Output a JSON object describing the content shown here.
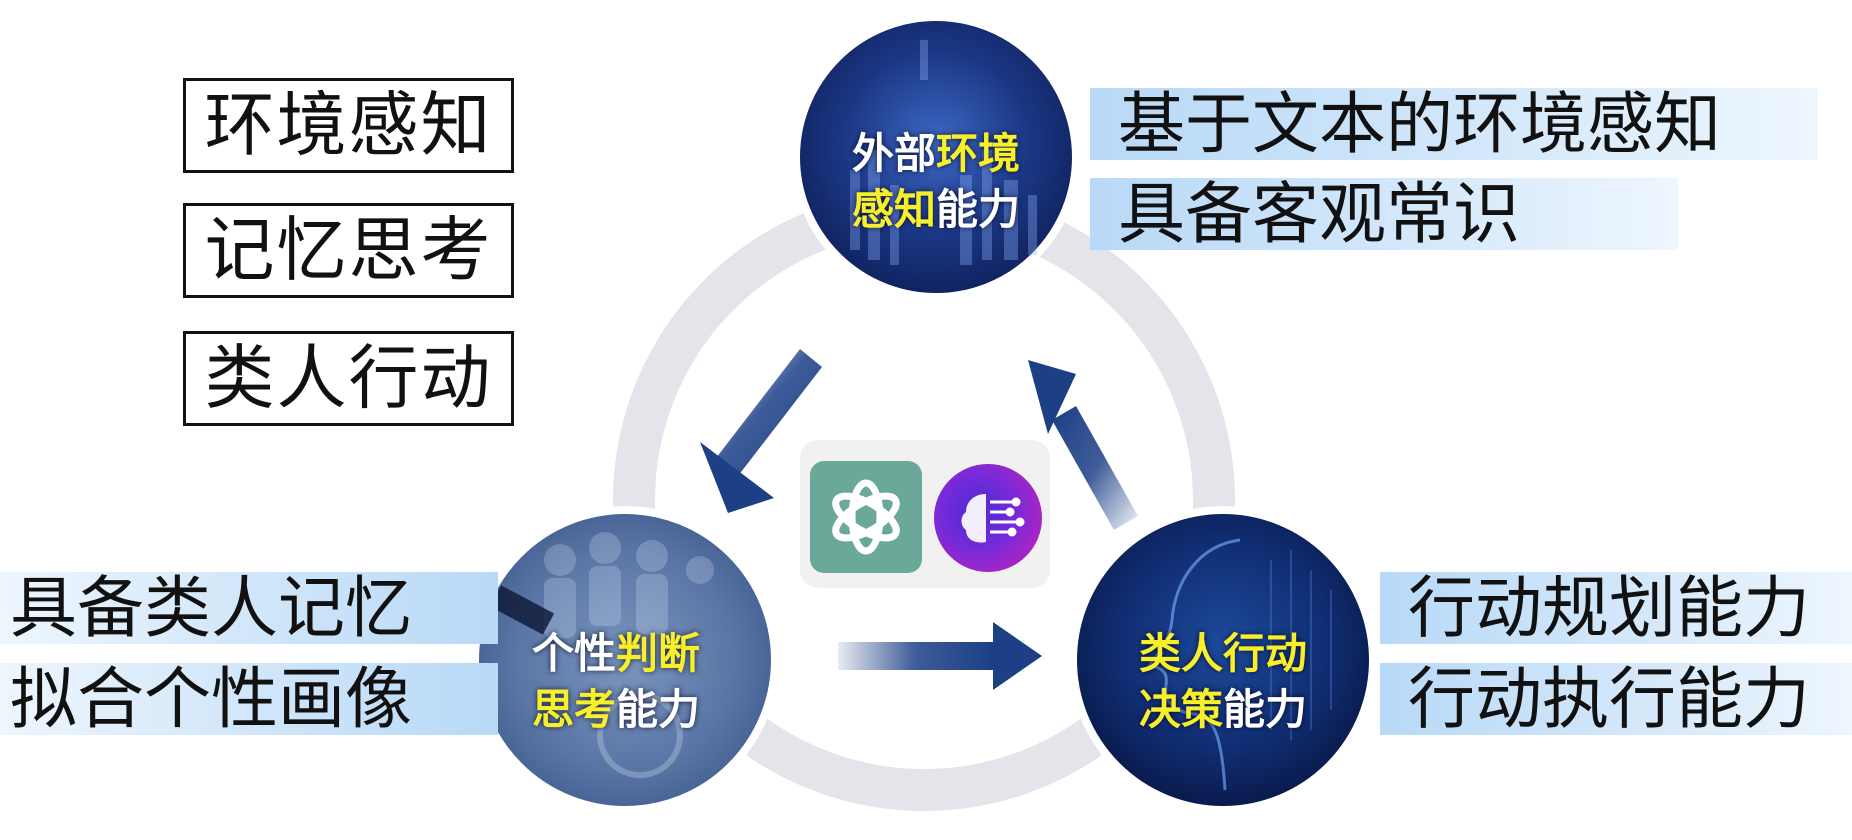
{
  "left_labels": [
    "环境感知",
    "记忆思考",
    "类人行动"
  ],
  "nodes": {
    "top": {
      "line1_a": "外部",
      "line1_b": "环境",
      "line2_a": "感知",
      "line2_b": "能力"
    },
    "bottom_left": {
      "line1_a": "个性",
      "line1_b": "判断",
      "line2_a": "思考",
      "line2_b": "能力"
    },
    "bottom_right": {
      "line1_a": "",
      "line1_b": "类人行动",
      "line2_a": "决策",
      "line2_b": "能力"
    }
  },
  "descriptions": {
    "top": [
      "基于文本的环境感知",
      "具备客观常识"
    ],
    "bottom_left": [
      "具备类人记忆",
      "拟合个性画像"
    ],
    "bottom_right": [
      "行动规划能力",
      "行动执行能力"
    ]
  },
  "icons": {
    "center_left": "openai-logo-icon",
    "center_right": "ai-brain-icon"
  },
  "colors": {
    "highlight": "#f7ef2a",
    "arrow": "#1c3f86",
    "ring": "#e3e5ea",
    "text_band": "#b8d9f7"
  }
}
